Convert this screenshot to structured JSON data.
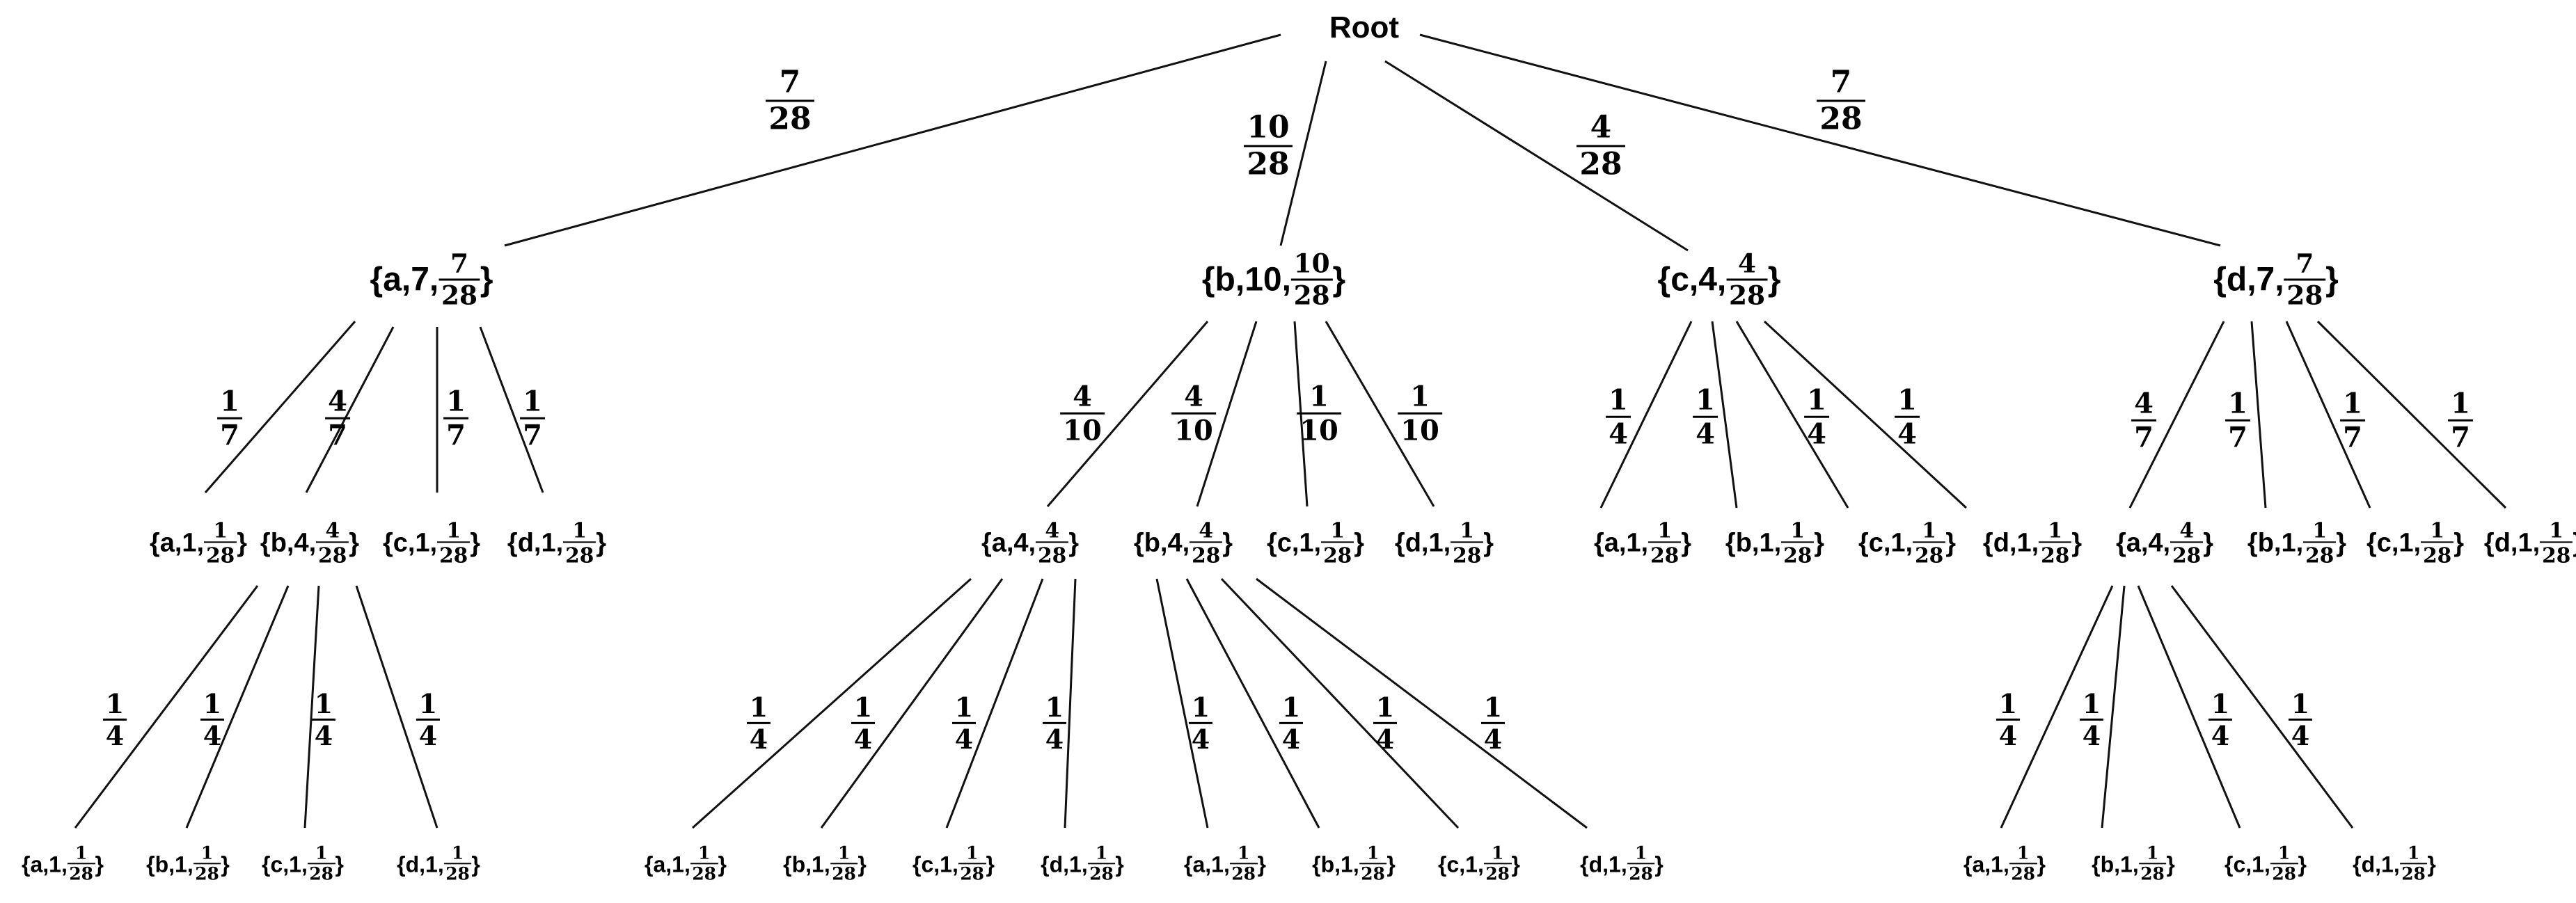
{
  "root": {
    "label": "Root"
  },
  "nodes": [
    {
      "id": "a",
      "parent": "root",
      "text": "{a,7,",
      "num": "7",
      "den": "28",
      "close": "}",
      "edge": {
        "num": "7",
        "den": "28"
      }
    },
    {
      "id": "b",
      "parent": "root",
      "text": "{b,10,",
      "num": "10",
      "den": "28",
      "close": "}",
      "edge": {
        "num": "10",
        "den": "28"
      }
    },
    {
      "id": "c",
      "parent": "root",
      "text": "{c,4,",
      "num": "4",
      "den": "28",
      "close": "}",
      "edge": {
        "num": "4",
        "den": "28"
      }
    },
    {
      "id": "d",
      "parent": "root",
      "text": "{d,7,",
      "num": "7",
      "den": "28",
      "close": "}",
      "edge": {
        "num": "7",
        "den": "28"
      }
    },
    {
      "id": "a_a",
      "parent": "a",
      "text": "{a,1,",
      "num": "1",
      "den": "28",
      "close": "}",
      "edge": {
        "num": "1",
        "den": "7"
      }
    },
    {
      "id": "a_b",
      "parent": "a",
      "text": "{b,4,",
      "num": "4",
      "den": "28",
      "close": "}",
      "edge": {
        "num": "4",
        "den": "7"
      }
    },
    {
      "id": "a_c",
      "parent": "a",
      "text": "{c,1,",
      "num": "1",
      "den": "28",
      "close": "}",
      "edge": {
        "num": "1",
        "den": "7"
      }
    },
    {
      "id": "a_d",
      "parent": "a",
      "text": "{d,1,",
      "num": "1",
      "den": "28",
      "close": "}",
      "edge": {
        "num": "1",
        "den": "7"
      }
    },
    {
      "id": "b_a",
      "parent": "b",
      "text": "{a,4,",
      "num": "4",
      "den": "28",
      "close": "}",
      "edge": {
        "num": "4",
        "den": "10"
      }
    },
    {
      "id": "b_b",
      "parent": "b",
      "text": "{b,4,",
      "num": "4",
      "den": "28",
      "close": "}",
      "edge": {
        "num": "4",
        "den": "10"
      }
    },
    {
      "id": "b_c",
      "parent": "b",
      "text": "{c,1,",
      "num": "1",
      "den": "28",
      "close": "}",
      "edge": {
        "num": "1",
        "den": "10"
      }
    },
    {
      "id": "b_d",
      "parent": "b",
      "text": "{d,1,",
      "num": "1",
      "den": "28",
      "close": "}",
      "edge": {
        "num": "1",
        "den": "10"
      }
    },
    {
      "id": "c_a",
      "parent": "c",
      "text": "{a,1,",
      "num": "1",
      "den": "28",
      "close": "}",
      "edge": {
        "num": "1",
        "den": "4"
      }
    },
    {
      "id": "c_b",
      "parent": "c",
      "text": "{b,1,",
      "num": "1",
      "den": "28",
      "close": "}",
      "edge": {
        "num": "1",
        "den": "4"
      }
    },
    {
      "id": "c_c",
      "parent": "c",
      "text": "{c,1,",
      "num": "1",
      "den": "28",
      "close": "}",
      "edge": {
        "num": "1",
        "den": "4"
      }
    },
    {
      "id": "c_d",
      "parent": "c",
      "text": "{d,1,",
      "num": "1",
      "den": "28",
      "close": "}",
      "edge": {
        "num": "1",
        "den": "4"
      }
    },
    {
      "id": "d_a",
      "parent": "d",
      "text": "{a,4,",
      "num": "4",
      "den": "28",
      "close": "}",
      "edge": {
        "num": "4",
        "den": "7"
      }
    },
    {
      "id": "d_b",
      "parent": "d",
      "text": "{b,1,",
      "num": "1",
      "den": "28",
      "close": "}",
      "edge": {
        "num": "1",
        "den": "7"
      }
    },
    {
      "id": "d_c",
      "parent": "d",
      "text": "{c,1,",
      "num": "1",
      "den": "28",
      "close": "}",
      "edge": {
        "num": "1",
        "den": "7"
      }
    },
    {
      "id": "d_d",
      "parent": "d",
      "text": "{d,1,",
      "num": "1",
      "den": "28",
      "close": "}",
      "edge": {
        "num": "1",
        "den": "7"
      }
    },
    {
      "id": "ab_a",
      "parent": "a_b",
      "text": "{a,1,",
      "num": "1",
      "den": "28",
      "close": "}",
      "edge": {
        "num": "1",
        "den": "4"
      }
    },
    {
      "id": "ab_b",
      "parent": "a_b",
      "text": "{b,1,",
      "num": "1",
      "den": "28",
      "close": "}",
      "edge": {
        "num": "1",
        "den": "4"
      }
    },
    {
      "id": "ab_c",
      "parent": "a_b",
      "text": "{c,1,",
      "num": "1",
      "den": "28",
      "close": "}",
      "edge": {
        "num": "1",
        "den": "4"
      }
    },
    {
      "id": "ab_d",
      "parent": "a_b",
      "text": "{d,1,",
      "num": "1",
      "den": "28",
      "close": "}",
      "edge": {
        "num": "1",
        "den": "4"
      }
    },
    {
      "id": "ba_a",
      "parent": "b_a",
      "text": "{a,1,",
      "num": "1",
      "den": "28",
      "close": "}",
      "edge": {
        "num": "1",
        "den": "4"
      }
    },
    {
      "id": "ba_b",
      "parent": "b_a",
      "text": "{b,1,",
      "num": "1",
      "den": "28",
      "close": "}",
      "edge": {
        "num": "1",
        "den": "4"
      }
    },
    {
      "id": "ba_c",
      "parent": "b_a",
      "text": "{c,1,",
      "num": "1",
      "den": "28",
      "close": "}",
      "edge": {
        "num": "1",
        "den": "4"
      }
    },
    {
      "id": "ba_d",
      "parent": "b_a",
      "text": "{d,1,",
      "num": "1",
      "den": "28",
      "close": "}",
      "edge": {
        "num": "1",
        "den": "4"
      }
    },
    {
      "id": "bb_a",
      "parent": "b_b",
      "text": "{a,1,",
      "num": "1",
      "den": "28",
      "close": "}",
      "edge": {
        "num": "1",
        "den": "4"
      }
    },
    {
      "id": "bb_b",
      "parent": "b_b",
      "text": "{b,1,",
      "num": "1",
      "den": "28",
      "close": "}",
      "edge": {
        "num": "1",
        "den": "4"
      }
    },
    {
      "id": "bb_c",
      "parent": "b_b",
      "text": "{c,1,",
      "num": "1",
      "den": "28",
      "close": "}",
      "edge": {
        "num": "1",
        "den": "4"
      }
    },
    {
      "id": "bb_d",
      "parent": "b_b",
      "text": "{d,1,",
      "num": "1",
      "den": "28",
      "close": "}",
      "edge": {
        "num": "1",
        "den": "4"
      }
    },
    {
      "id": "da_a",
      "parent": "d_a",
      "text": "{a,1,",
      "num": "1",
      "den": "28",
      "close": "}",
      "edge": {
        "num": "1",
        "den": "4"
      }
    },
    {
      "id": "da_b",
      "parent": "d_a",
      "text": "{b,1,",
      "num": "1",
      "den": "28",
      "close": "}",
      "edge": {
        "num": "1",
        "den": "4"
      }
    },
    {
      "id": "da_c",
      "parent": "d_a",
      "text": "{c,1,",
      "num": "1",
      "den": "28",
      "close": "}",
      "edge": {
        "num": "1",
        "den": "4"
      }
    },
    {
      "id": "da_d",
      "parent": "d_a",
      "text": "{d,1,",
      "num": "1",
      "den": "28",
      "close": "}",
      "edge": {
        "num": "1",
        "den": "4"
      }
    }
  ]
}
